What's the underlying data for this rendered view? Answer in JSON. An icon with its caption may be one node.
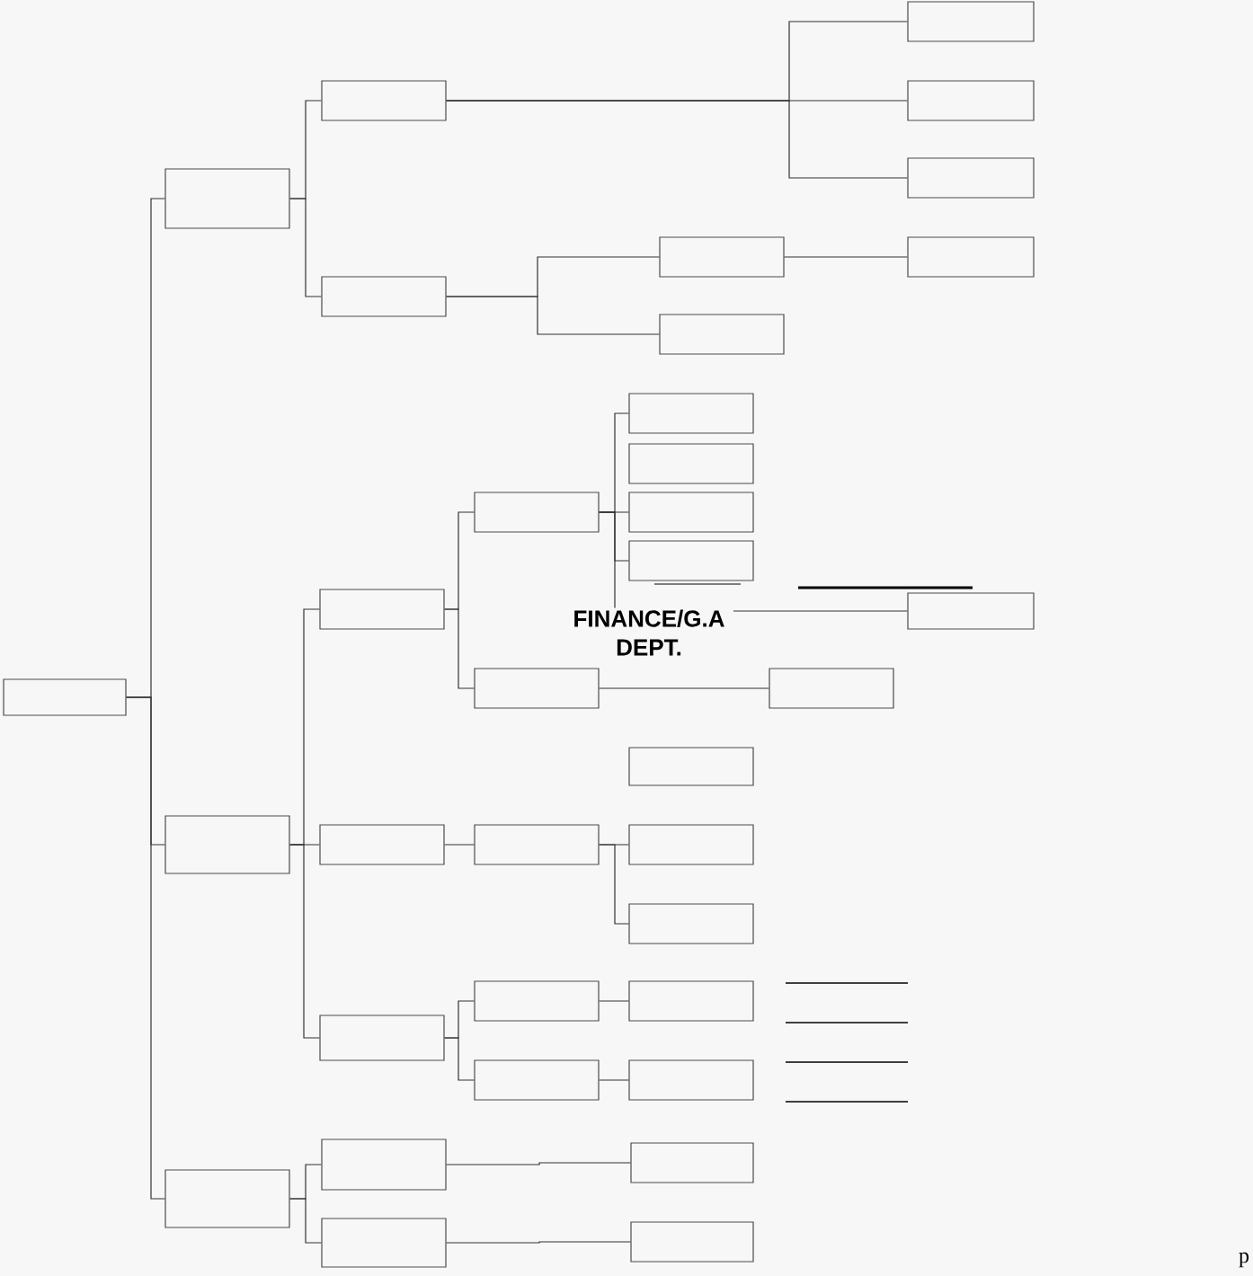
{
  "diagram": {
    "nodes": [
      {
        "text": [],
        "shape": "box"
      },
      {
        "text": [],
        "shape": "box"
      },
      {
        "text": [],
        "shape": "box"
      },
      {
        "text": [],
        "shape": "box"
      },
      {
        "text": [],
        "shape": "box"
      },
      {
        "text": [],
        "shape": "box"
      },
      {
        "text": [],
        "shape": "box"
      },
      {
        "text": [],
        "shape": "box"
      },
      {
        "text": [],
        "shape": "box"
      },
      {
        "text": [],
        "shape": "box"
      },
      {
        "text": [],
        "shape": "box"
      },
      {
        "text": [],
        "shape": "box"
      },
      {
        "text": [],
        "shape": "box"
      },
      {
        "text": [],
        "shape": "box"
      },
      {
        "text": [],
        "shape": "box"
      },
      {
        "text": [],
        "shape": "box"
      },
      {
        "text": [],
        "shape": "box"
      },
      {
        "text": [],
        "shape": "box"
      },
      {
        "text": [],
        "shape": "box"
      },
      {
        "text": [],
        "shape": "box"
      },
      {
        "text": [],
        "shape": "box"
      },
      {
        "text": [],
        "shape": "box"
      },
      {
        "text": [],
        "shape": "box"
      },
      {
        "text": [],
        "shape": "box"
      },
      {
        "text": [],
        "shape": "box"
      },
      {
        "text": [],
        "shape": "box"
      },
      {
        "text": [],
        "shape": "box"
      },
      {
        "text": [],
        "shape": "box"
      },
      {
        "text": [],
        "shape": "box"
      },
      {
        "text": [],
        "shape": "box"
      },
      {
        "text": [],
        "shape": "box"
      },
      {
        "text": [],
        "shape": "box"
      },
      {
        "text": [],
        "shape": "box"
      },
      {
        "text": [],
        "shape": "box"
      },
      {
        "text": [],
        "shape": "box"
      }
    ],
    "edges": [
      {
        "from": 0,
        "to": 1,
        "arrow": "none"
      },
      {
        "from": 0,
        "to": 10,
        "arrow": "none"
      },
      {
        "from": 0,
        "to": 30,
        "arrow": "none"
      },
      {
        "from": 1,
        "to": 2,
        "arrow": "none"
      },
      {
        "from": 1,
        "to": 3,
        "arrow": "none"
      },
      {
        "from": 2,
        "to": 4,
        "arrow": "none"
      },
      {
        "from": 2,
        "to": 5,
        "arrow": "none"
      },
      {
        "from": 2,
        "to": 6,
        "arrow": "none"
      },
      {
        "from": 3,
        "to": 7,
        "arrow": "none"
      },
      {
        "from": 3,
        "to": 8,
        "arrow": "none"
      },
      {
        "from": 7,
        "to": 9,
        "arrow": "none"
      },
      {
        "from": 10,
        "to": 11,
        "arrow": "none"
      },
      {
        "from": 10,
        "to": 21,
        "arrow": "none"
      },
      {
        "from": 10,
        "to": 25,
        "arrow": "none"
      },
      {
        "from": 11,
        "to": 12,
        "arrow": "none"
      },
      {
        "from": 11,
        "to": 13,
        "arrow": "none"
      },
      {
        "from": 12,
        "to": 14,
        "arrow": "none"
      },
      {
        "from": 12,
        "to": 16,
        "arrow": "none"
      },
      {
        "from": 12,
        "to": 17,
        "arrow": "none"
      },
      {
        "from": 12,
        "to": 18,
        "arrow": "none",
        "label": "FINANCE/G.A DEPT."
      },
      {
        "from": 13,
        "to": 19,
        "arrow": "none"
      },
      {
        "from": 21,
        "to": 22,
        "arrow": "none"
      },
      {
        "from": 22,
        "to": 23,
        "arrow": "none"
      },
      {
        "from": 22,
        "to": 24,
        "arrow": "none"
      },
      {
        "from": 25,
        "to": 26,
        "arrow": "none"
      },
      {
        "from": 25,
        "to": 27,
        "arrow": "none"
      },
      {
        "from": 26,
        "to": 28,
        "arrow": "none"
      },
      {
        "from": 27,
        "to": 29,
        "arrow": "none"
      },
      {
        "from": 30,
        "to": 31,
        "arrow": "none"
      },
      {
        "from": 30,
        "to": 32,
        "arrow": "none"
      },
      {
        "from": 31,
        "to": 33,
        "arrow": "none"
      },
      {
        "from": 32,
        "to": 34,
        "arrow": "none"
      }
    ],
    "labels": [
      "p"
    ]
  }
}
